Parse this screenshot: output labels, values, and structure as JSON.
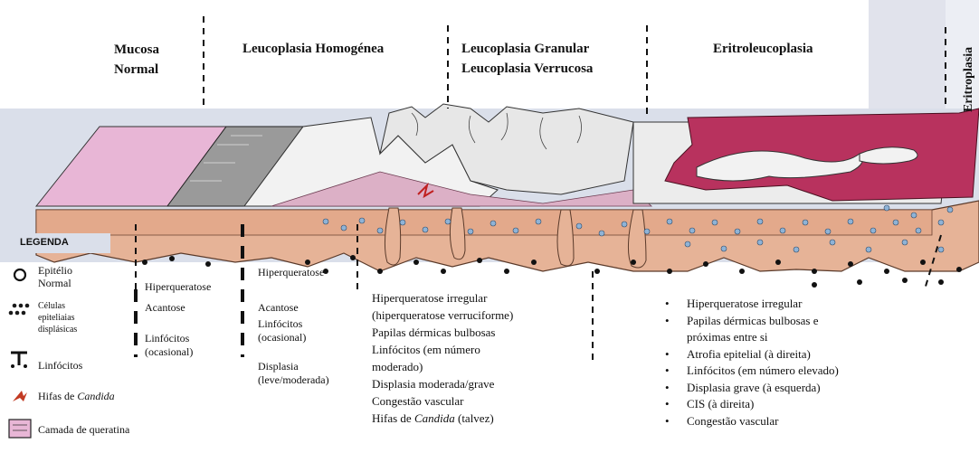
{
  "columns": {
    "normal": [
      "Mucosa",
      "Normal"
    ],
    "homogenea": "Leucoplasia Homogénea",
    "granular": [
      "Leucoplasia Granular",
      "Leucoplasia Verrucosa"
    ],
    "eritroleucoplasia": "Eritroleucoplasia",
    "eritroplasia": "Eritroplasia"
  },
  "legend": {
    "title": "LEGENDA",
    "items": [
      {
        "icon": "circle-icon",
        "label": [
          "Epitélio",
          "Normal"
        ]
      },
      {
        "icon": "dots-icon",
        "label": [
          "Células",
          "epiteliaias",
          "displásicas"
        ]
      },
      {
        "icon": "lymphocyte-icon",
        "label": [
          "Linfócitos"
        ]
      },
      {
        "icon": "candida-icon",
        "label_prefix": "Hifas de ",
        "label_italic": "Candida"
      },
      {
        "icon": "keratin-layer-icon",
        "label": [
          "Camada de queratina"
        ]
      }
    ]
  },
  "col1": {
    "hiper": "Hiperqueratose",
    "acantose": "Acantose",
    "linfo": [
      "Linfócitos",
      "(ocasional)"
    ]
  },
  "col2": {
    "hiper": "Hiperqueratose",
    "acantose": "Acantose",
    "linfo": [
      "Linfócitos",
      "(ocasional)"
    ],
    "displasia": [
      "Displasia",
      "(leve/moderada)"
    ]
  },
  "col3": [
    "Hiperqueratose irregular",
    "(hiperqueratose verruciforme)",
    "Papilas dérmicas bulbosas",
    "Linfócitos (em número",
    "moderado)",
    "Displasia moderada/grave",
    "Congestão vascular"
  ],
  "col3_last": {
    "prefix": "Hifas de ",
    "italic": "Candida",
    "suffix": " (talvez)"
  },
  "col4": [
    "Hiperqueratose irregular",
    "Papilas dérmicas bulbosas e",
    "próximas entre si",
    "Atrofia epitelial (à direita)",
    "Linfócitos (em número elevado)",
    "Displasia grave (à esquerda)",
    "CIS (à direita)",
    "Congestão vascular"
  ],
  "colors": {
    "stroma": "#e6b397",
    "normal_epithelium": "#e8b6d6",
    "erythroplasia": "#b8325e",
    "keratin": "#ededed",
    "background": "#d9dde8"
  }
}
